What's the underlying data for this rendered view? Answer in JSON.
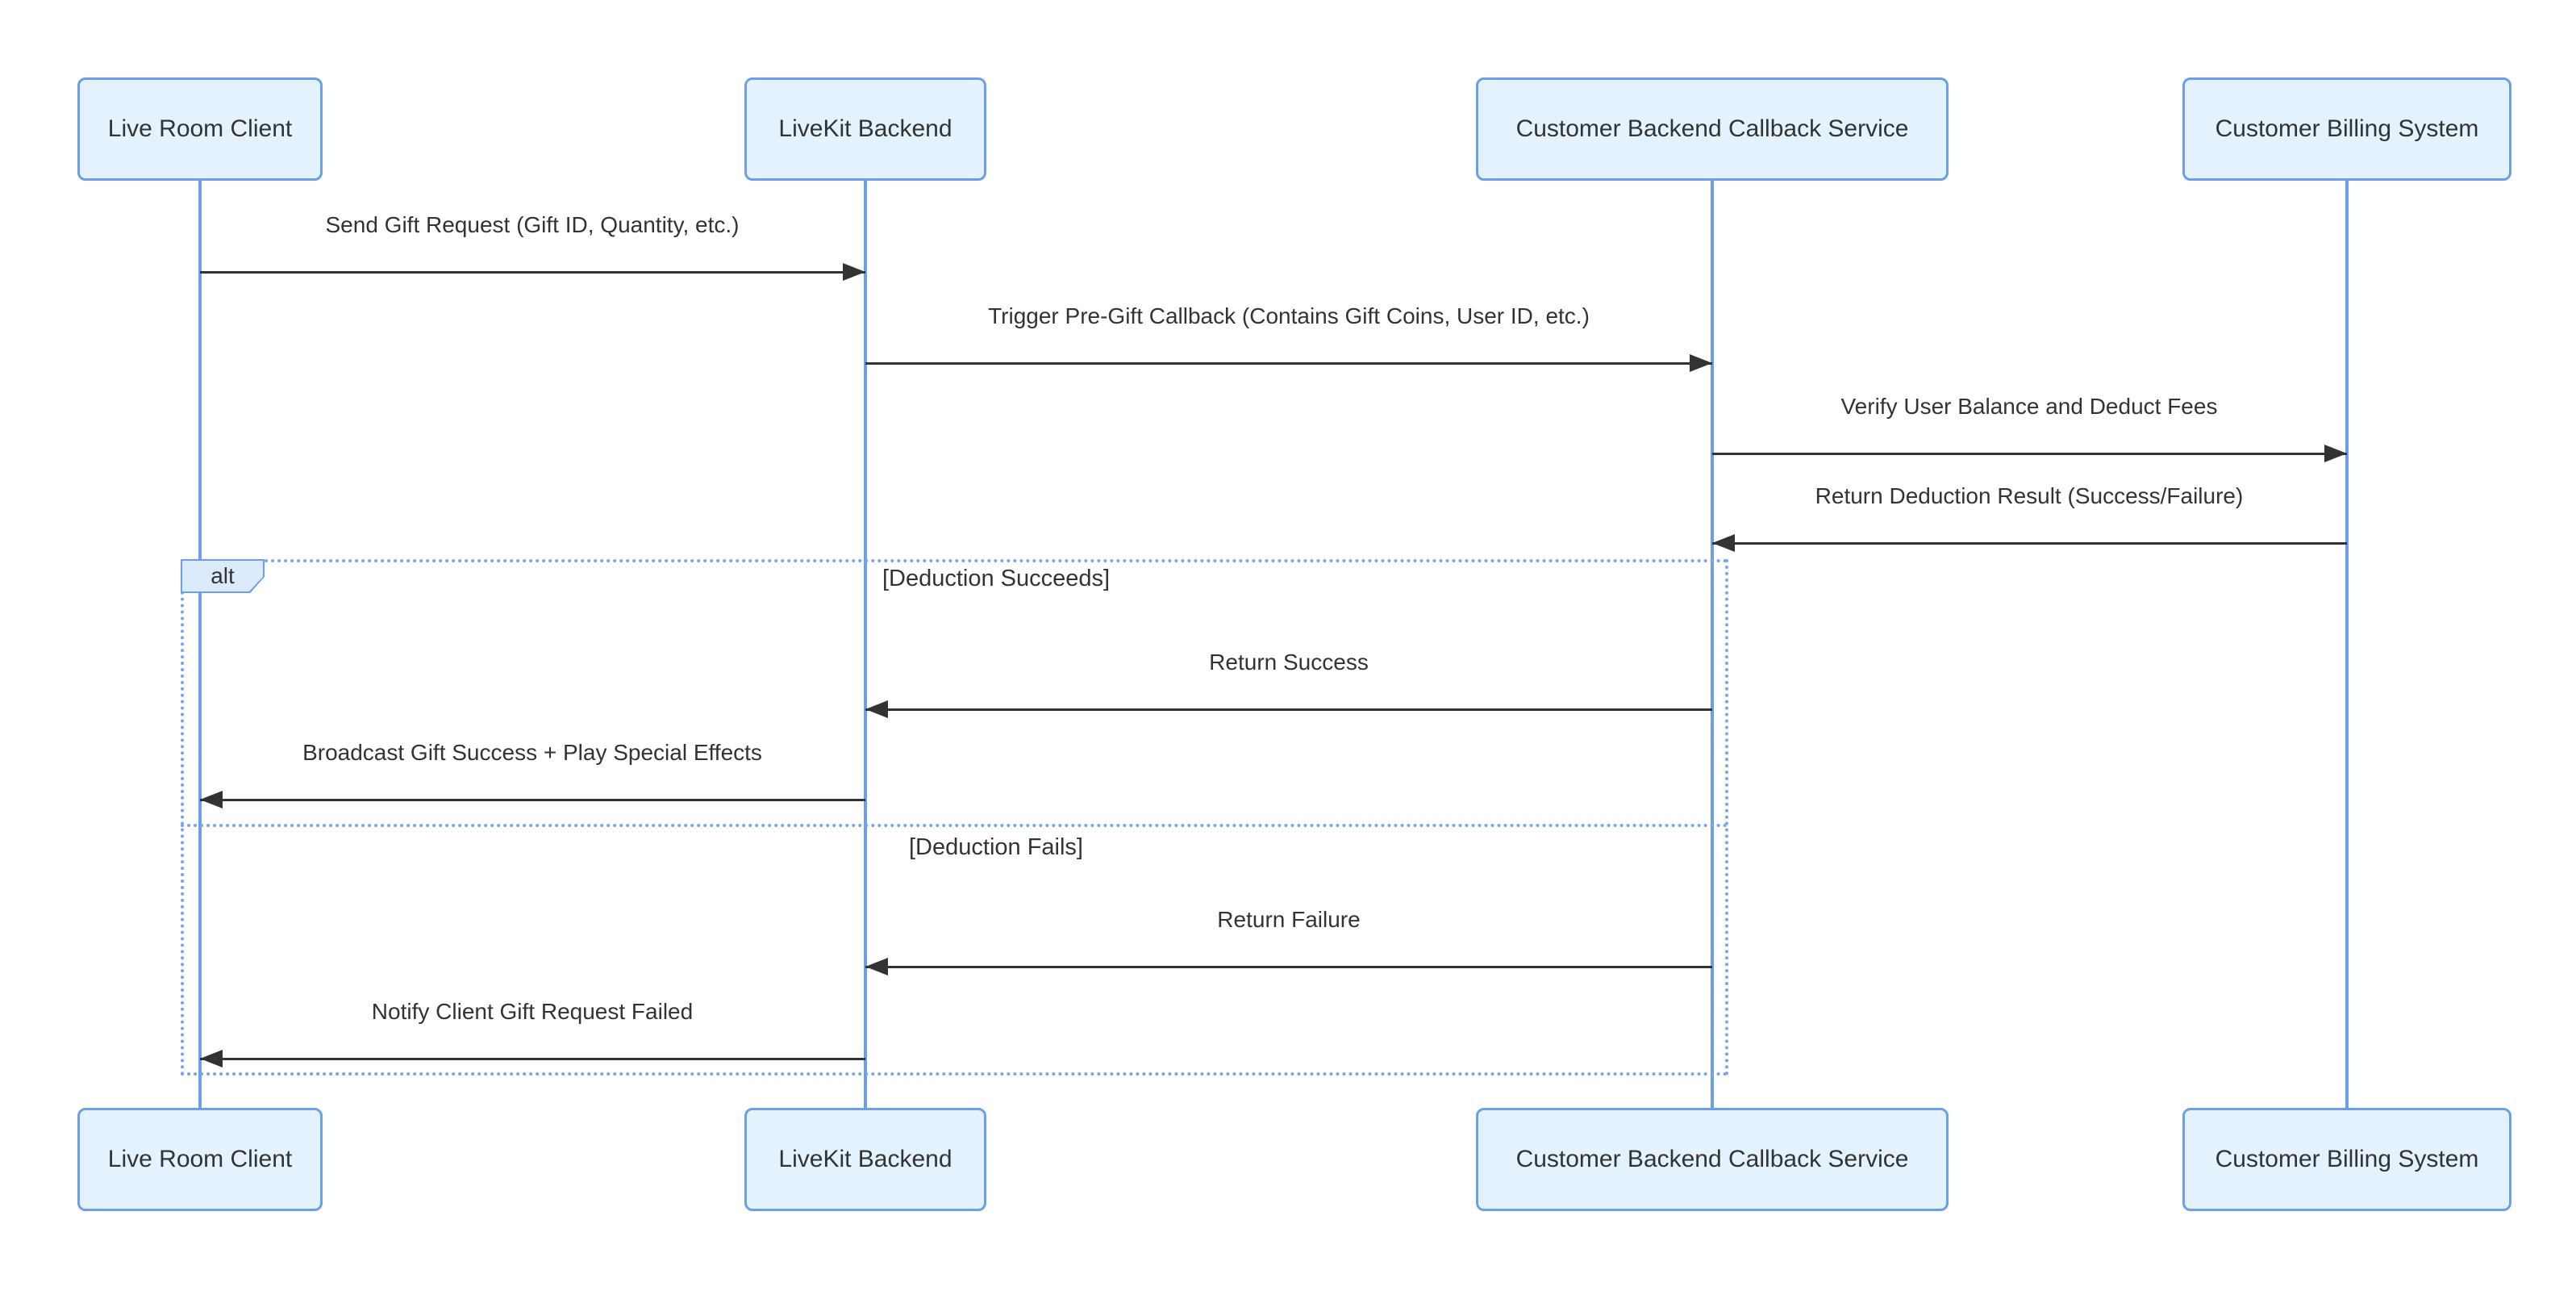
{
  "diagram": {
    "type": "sequence-diagram",
    "actors": [
      {
        "label": "Live Room Client"
      },
      {
        "label": "LiveKit Backend"
      },
      {
        "label": "Customer Backend Callback Service"
      },
      {
        "label": "Customer Billing System"
      }
    ],
    "messages": [
      {
        "text": "Send Gift Request (Gift ID, Quantity, etc.)",
        "from": "Live Room Client",
        "to": "LiveKit Backend",
        "direction": "right"
      },
      {
        "text": "Trigger Pre-Gift Callback (Contains Gift Coins, User ID, etc.)",
        "from": "LiveKit Backend",
        "to": "Customer Backend Callback Service",
        "direction": "right"
      },
      {
        "text": "Verify User Balance and Deduct Fees",
        "from": "Customer Backend Callback Service",
        "to": "Customer Billing System",
        "direction": "right"
      },
      {
        "text": "Return Deduction Result (Success/Failure)",
        "from": "Customer Billing System",
        "to": "Customer Backend Callback Service",
        "direction": "left"
      },
      {
        "text": "Return Success",
        "from": "Customer Backend Callback Service",
        "to": "LiveKit Backend",
        "direction": "left"
      },
      {
        "text": "Broadcast Gift Success + Play Special Effects",
        "from": "LiveKit Backend",
        "to": "Live Room Client",
        "direction": "left"
      },
      {
        "text": "Return Failure",
        "from": "Customer Backend Callback Service",
        "to": "LiveKit Backend",
        "direction": "left"
      },
      {
        "text": "Notify Client Gift Request Failed",
        "from": "LiveKit Backend",
        "to": "Live Room Client",
        "direction": "left"
      }
    ],
    "alt_frame": {
      "label": "alt",
      "sections": [
        {
          "guard": "[Deduction Succeeds]"
        },
        {
          "guard": "[Deduction Fails]"
        }
      ]
    },
    "colors": {
      "actor_fill": "#E3F2FD",
      "actor_border": "#6C9FE8",
      "lifeline": "#6D9EEB",
      "frame_border": "#7AA4F0",
      "alt_tag_fill": "#DCEBFB",
      "arrow": "#333333",
      "text": "#333333",
      "background": "#FFFFFF"
    }
  }
}
